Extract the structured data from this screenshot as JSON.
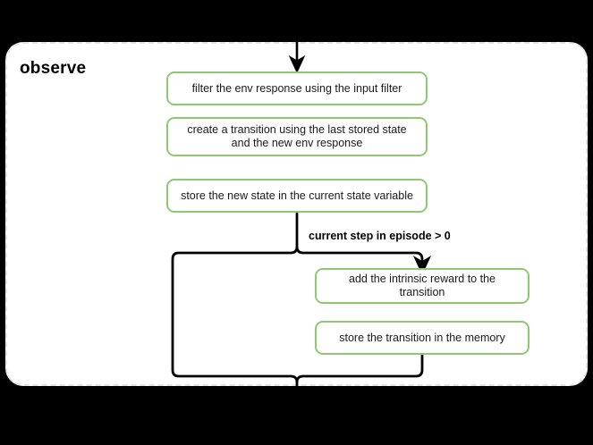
{
  "diagram": {
    "type": "flowchart",
    "orientation": "top-to-bottom",
    "background_color": "#000000",
    "group": {
      "title": "observe",
      "border_style": "dashed",
      "border_color": "#e4e4e4",
      "fill_color": "#ffffff"
    },
    "node_style": {
      "border_color": "#8dc973",
      "fill_color": "#ffffff",
      "text_color": "#1a1a1a",
      "shape": "rounded-rectangle"
    },
    "nodes": [
      {
        "id": "filter-env-response",
        "label": "filter the env response using the input filter"
      },
      {
        "id": "create-transition",
        "label": "create a transition using the last stored state and the new env response"
      },
      {
        "id": "store-new-state",
        "label": "store the new state in the current state variable"
      },
      {
        "id": "add-intrinsic-reward",
        "label": "add the intrinsic reward to the transition"
      },
      {
        "id": "store-transition-memory",
        "label": "store the transition in the memory"
      }
    ],
    "edges": [
      {
        "id": "entry-arrow",
        "from": "external-input",
        "to": "filter-env-response",
        "label": "",
        "arrow": true
      },
      {
        "id": "condition-branch",
        "from": "store-new-state",
        "to": "add-intrinsic-reward",
        "label": "current step in episode > 0",
        "arrow": true
      },
      {
        "id": "bypass-branch",
        "from": "store-new-state",
        "to": "exit",
        "label": "",
        "arrow": false
      },
      {
        "id": "merge-exit",
        "from": "store-transition-memory",
        "to": "exit",
        "label": "",
        "arrow": false
      }
    ],
    "labels": [
      {
        "id": "condition-label",
        "text": "current step in episode > 0"
      }
    ]
  }
}
